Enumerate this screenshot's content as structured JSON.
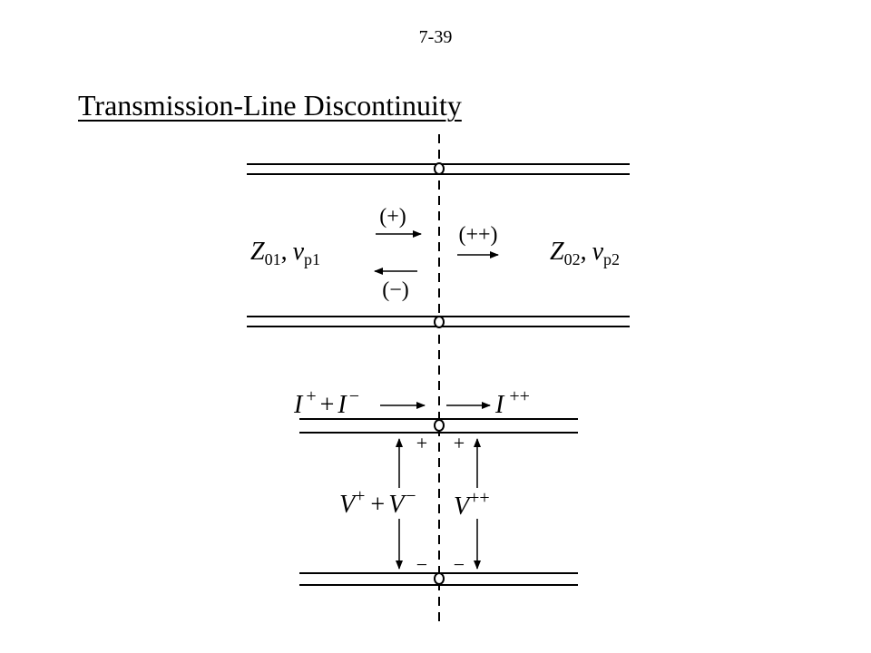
{
  "slide": {
    "page_number": "7-39",
    "title": "Transmission-Line Discontinuity"
  },
  "diagram1": {
    "left_z": "Z",
    "left_z_sub": "01",
    "left_v": "v",
    "left_v_sub": "p1",
    "comma": ",",
    "right_z": "Z",
    "right_z_sub": "02",
    "right_v": "v",
    "right_v_sub": "p2",
    "incident_label": "(+)",
    "reflected_label": "(−)",
    "transmitted_label": "(++)"
  },
  "diagram2": {
    "current_I1": "I",
    "current_I1_sup": "+",
    "plus_op": "+",
    "current_I2": "I",
    "current_I2_sup": "−",
    "current_I3": "I",
    "current_I3_sup": "++",
    "voltage_V1": "V",
    "voltage_V1_sup": "+",
    "plus_op_v": "+",
    "voltage_V2": "V",
    "voltage_V2_sup": "−",
    "voltage_V3": "V",
    "voltage_V3_sup": "++",
    "polarity_plus_left": "+",
    "polarity_plus_right": "+",
    "polarity_minus_left": "−",
    "polarity_minus_right": "−"
  }
}
